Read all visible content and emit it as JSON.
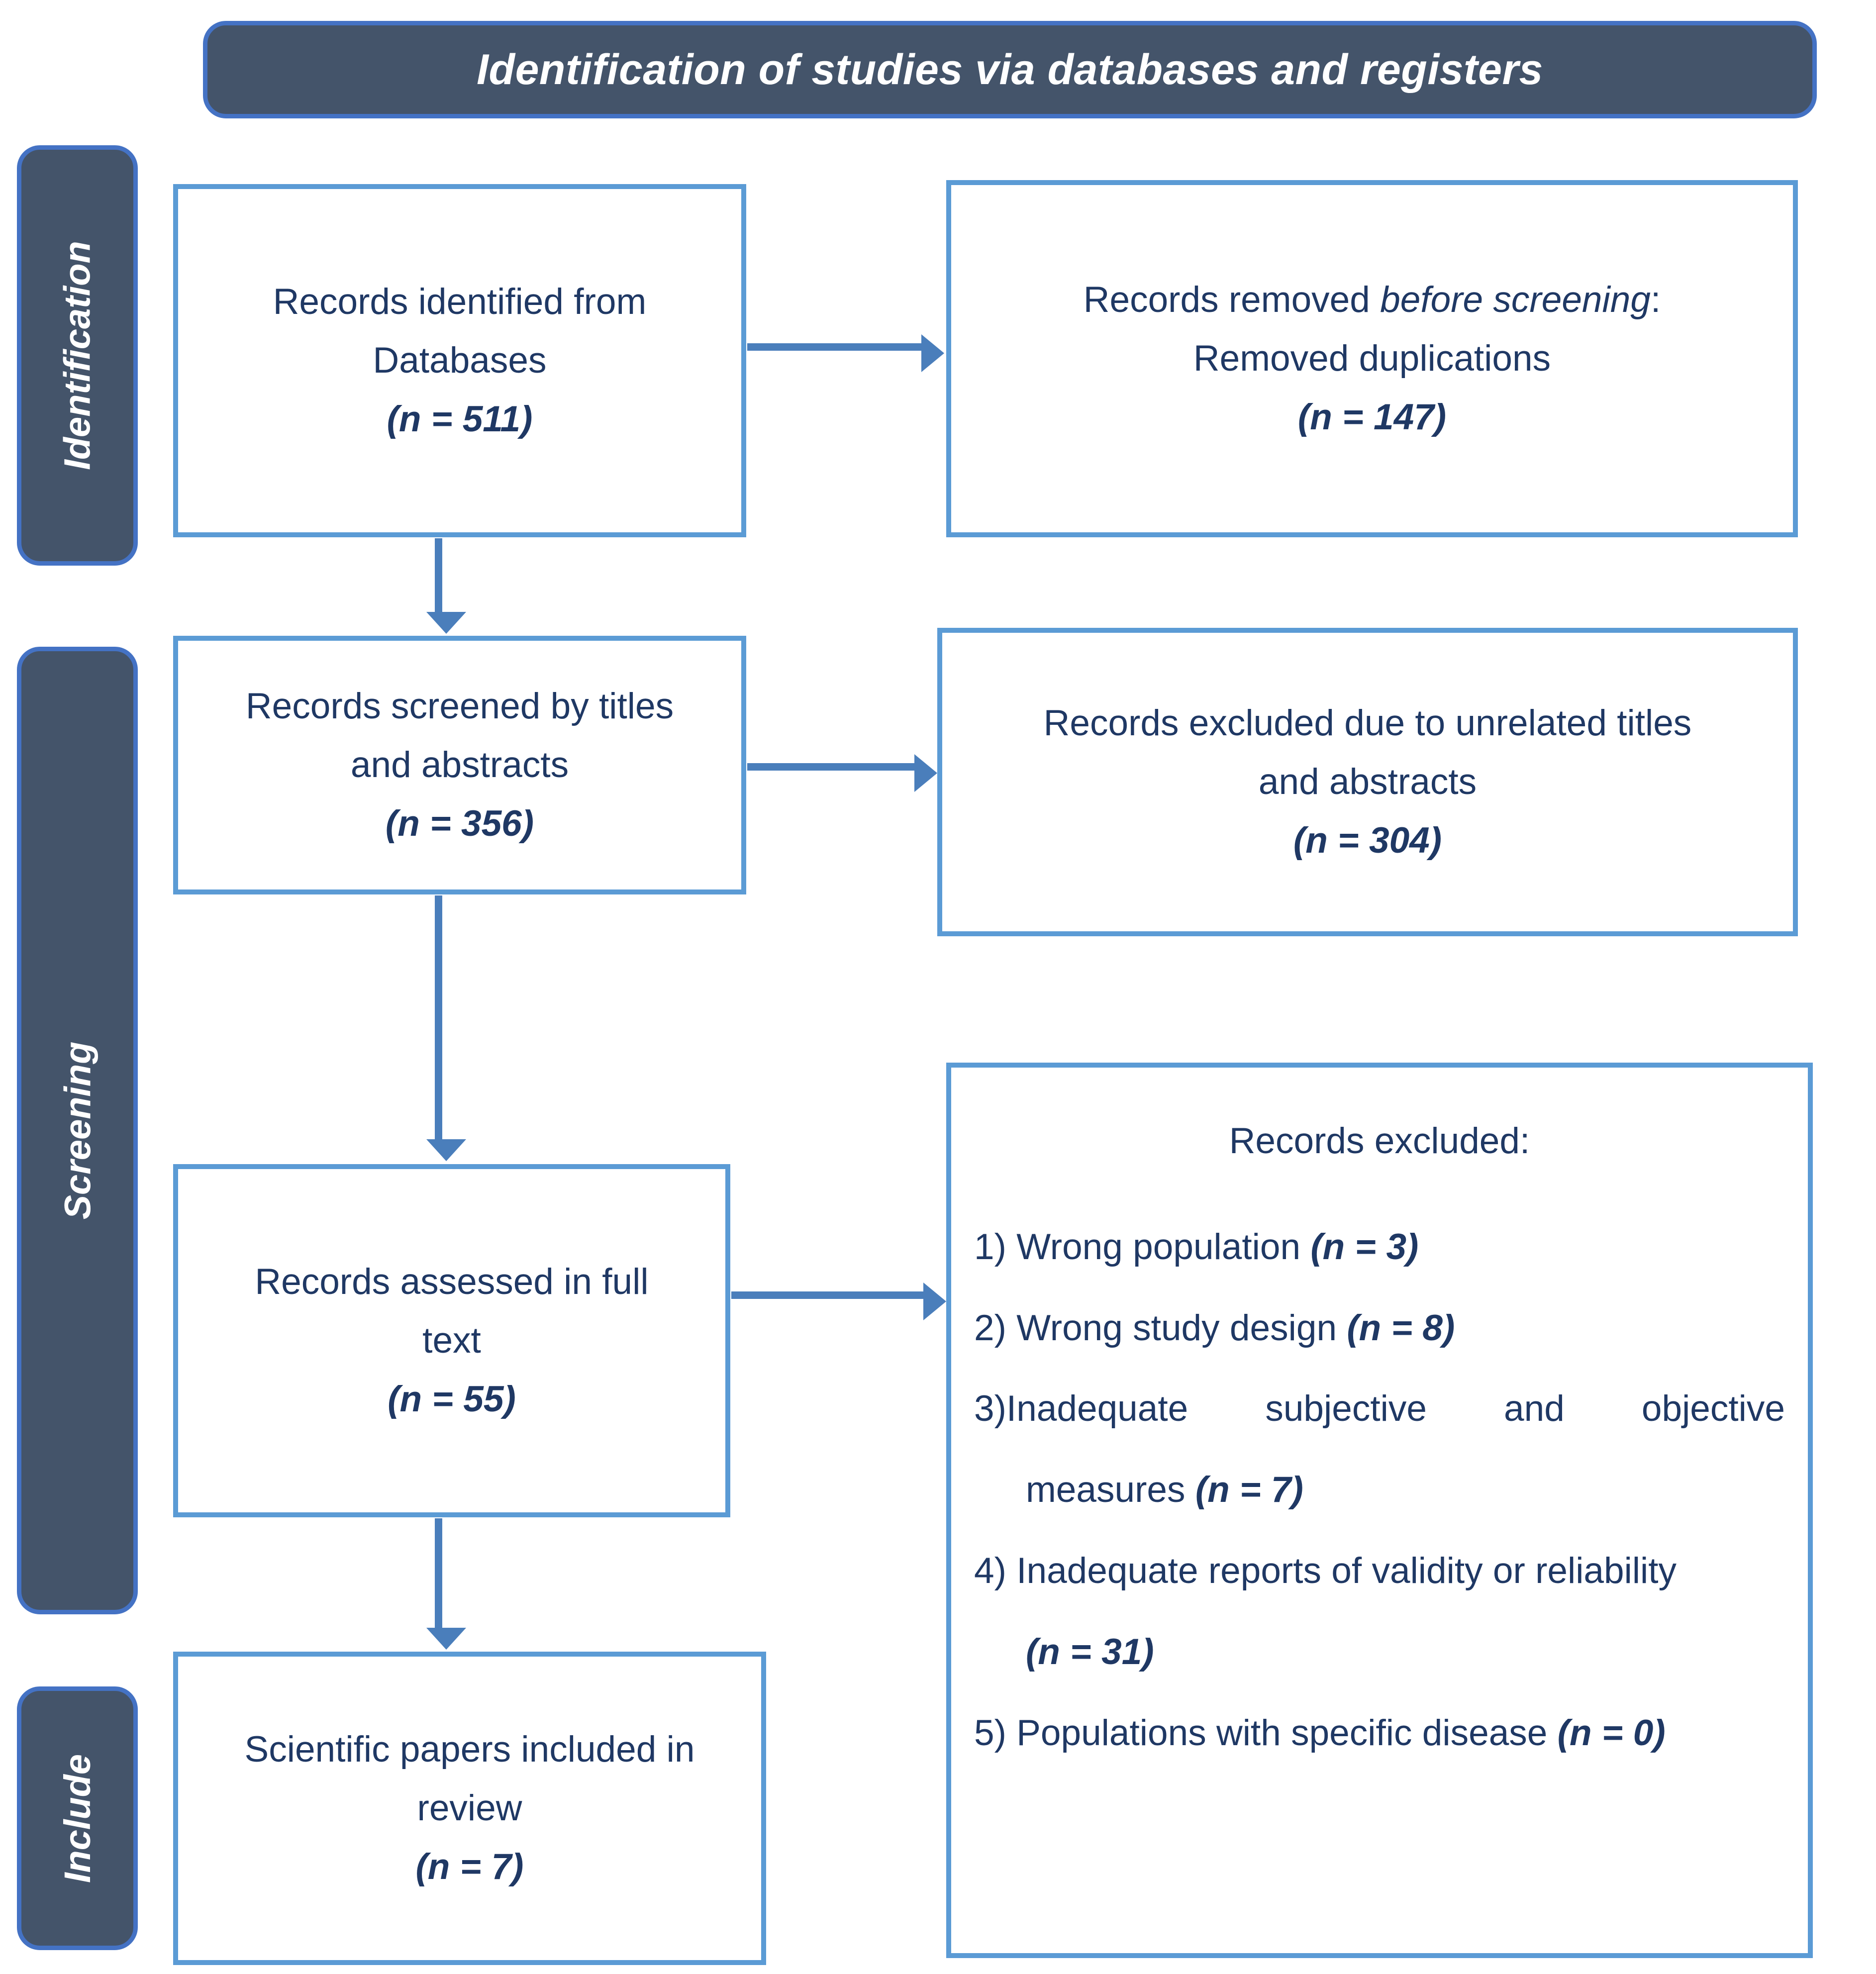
{
  "title": {
    "text": "Identification of studies via databases and registers"
  },
  "stages": [
    {
      "label": "Identification"
    },
    {
      "label": "Screening"
    },
    {
      "label": "Include"
    }
  ],
  "boxes": {
    "identified": {
      "line1": "Records identified from",
      "line2": "Databases",
      "count": "(n = 511)"
    },
    "removed": {
      "line1_prefix": "Records removed ",
      "line1_italic": "before screening",
      "line1_suffix": ":",
      "line2": "Removed duplications",
      "count": "(n = 147)"
    },
    "screened": {
      "line1": "Records screened by titles",
      "line2": "and abstracts",
      "count": "(n = 356)"
    },
    "excluded_titles_abstracts": {
      "line1": "Records excluded due to unrelated titles",
      "line2": "and abstracts",
      "count": "(n = 304)"
    },
    "full_text": {
      "line1": "Records assessed in full",
      "line2": "text",
      "count": "(n = 55)"
    },
    "included": {
      "line1": "Scientific papers included in",
      "line2": "review",
      "count": "(n = 7)"
    },
    "excluded_list": {
      "heading": "Records excluded:",
      "items": [
        {
          "text": "1) Wrong population ",
          "count": "(n = 3)"
        },
        {
          "text": "2) Wrong study design ",
          "count": "(n = 8)"
        },
        {
          "text": "3)Inadequate subjective and objective",
          "count": ""
        },
        {
          "text": "measures ",
          "count": "(n = 7)"
        },
        {
          "text": "4) Inadequate reports of validity or reliability",
          "count": ""
        },
        {
          "text": "",
          "count": "(n = 31)"
        },
        {
          "text": "5) Populations with specific disease ",
          "count": "(n = 0)"
        }
      ]
    }
  },
  "colors": {
    "banner_fill": "#44546a",
    "banner_border": "#4472c4",
    "box_border": "#5b9bd5",
    "text": "#1f3864",
    "arrow": "#4a7ebb"
  }
}
